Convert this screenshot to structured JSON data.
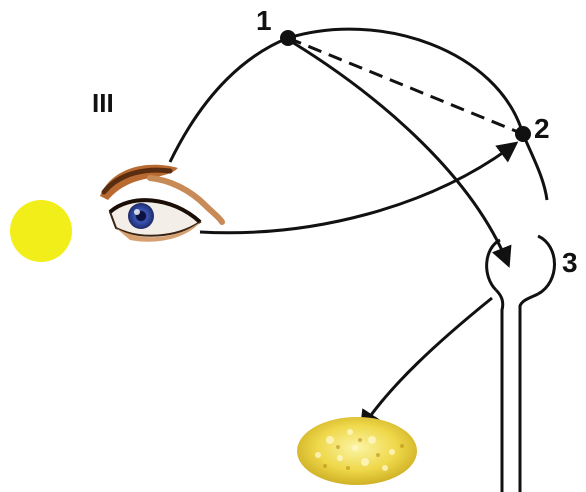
{
  "diagram": {
    "group_label": "III",
    "nodes": [
      {
        "id": "1",
        "label": "1"
      },
      {
        "id": "2",
        "label": "2"
      },
      {
        "id": "3",
        "label": "3"
      }
    ],
    "colors": {
      "sun": "#f2ee1a",
      "line": "#111111",
      "blob": "#e8d23a",
      "iris": "#2f3f8f"
    },
    "icons": [
      "sun-icon",
      "eye-icon",
      "blob-icon"
    ]
  }
}
